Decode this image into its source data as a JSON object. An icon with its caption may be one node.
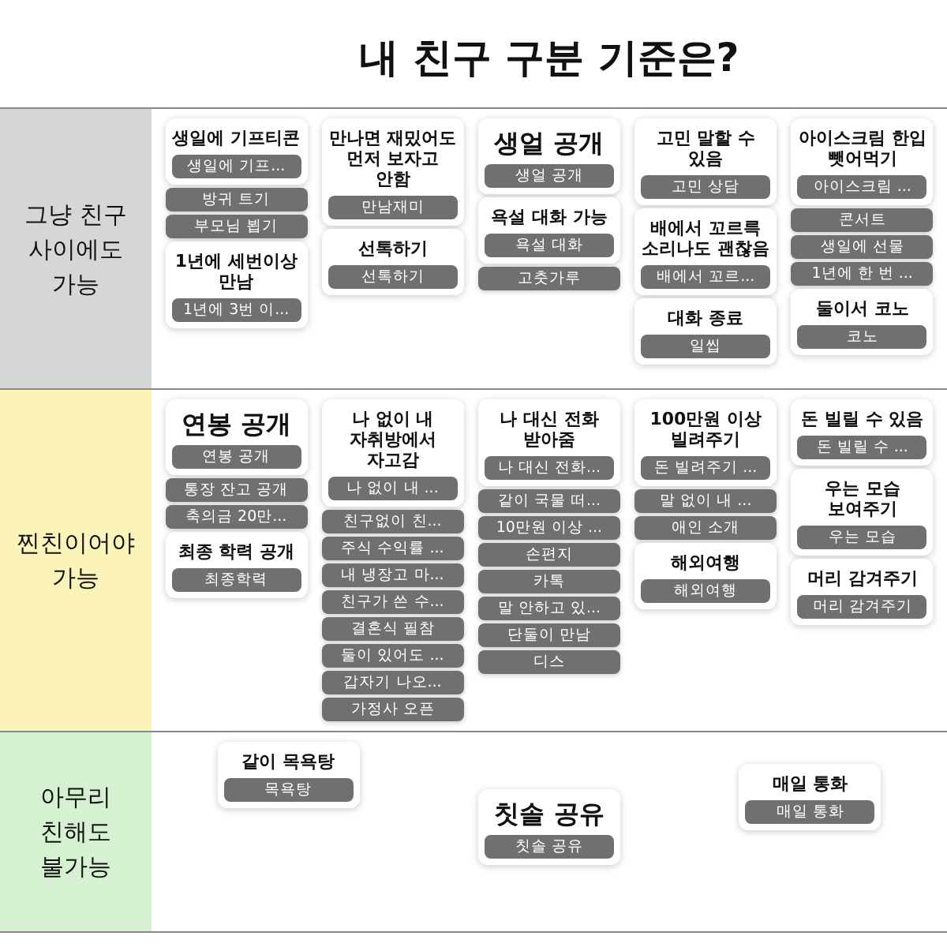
{
  "diagram": {
    "title": "내 친구 구분 기준은?",
    "nodes": [
      {
        "text": [
          "그냥 친구 사이에도 가능"
        ]
      },
      {
        "text": [
          "생일에 기프티콘",
          "생일에 기프..."
        ],
        "in": 0
      },
      {
        "text": [
          "방귀 트기"
        ],
        "in": 0
      },
      {
        "text": [
          "부모님 뵙기"
        ],
        "in": 0
      },
      {
        "text": [
          "1년에 세번이상 만남",
          "1년에 3번 이..."
        ],
        "in": 0
      },
      {
        "text": [
          "만나면 재밌어도 먼저 보자고 안함",
          "만남재미"
        ],
        "in": 0
      },
      {
        "text": [
          "선톡하기",
          "선톡하기"
        ],
        "in": 0
      },
      {
        "text": [
          "생얼 공개",
          "생얼 공개"
        ],
        "in": 0
      },
      {
        "text": [
          "욕설 대화 가능",
          "욕설 대화"
        ],
        "in": 0
      },
      {
        "text": [
          "고춧가루"
        ],
        "in": 0
      },
      {
        "text": [
          "고민 말할 수 있음",
          "고민 상담"
        ],
        "in": 0
      },
      {
        "text": [
          "배에서 꼬르륵 소리나도 괜찮음",
          "배에서 꼬르..."
        ],
        "in": 0
      },
      {
        "text": [
          "대화 종료",
          "일씹"
        ],
        "in": 0
      },
      {
        "text": [
          "아이스크림 한입 뺏어먹기",
          "아이스크림 ..."
        ],
        "in": 0
      },
      {
        "text": [
          "콘서트"
        ],
        "in": 0
      },
      {
        "text": [
          "생일에 선물"
        ],
        "in": 0
      },
      {
        "text": [
          "1년에 한 번 ..."
        ],
        "in": 0
      },
      {
        "text": [
          "둘이서 코노",
          "코노"
        ],
        "in": 0
      },
      {
        "text": [
          "찐친이어야 가능"
        ]
      },
      {
        "text": [
          "연봉 공개",
          "연봉 공개"
        ],
        "in": 18
      },
      {
        "text": [
          "통장 잔고 공개"
        ],
        "in": 18
      },
      {
        "text": [
          "축의금 20만..."
        ],
        "in": 18
      },
      {
        "text": [
          "최종 학력 공개",
          "최종학력"
        ],
        "in": 18
      },
      {
        "text": [
          "나 없이 내 자취방에서 자고감",
          "나 없이 내 ..."
        ],
        "in": 18
      },
      {
        "text": [
          "친구없이 친..."
        ],
        "in": 18
      },
      {
        "text": [
          "주식 수익률 ..."
        ],
        "in": 18
      },
      {
        "text": [
          "내 냉장고 마..."
        ],
        "in": 18
      },
      {
        "text": [
          "친구가 쓴 수..."
        ],
        "in": 18
      },
      {
        "text": [
          "결혼식 필참"
        ],
        "in": 18
      },
      {
        "text": [
          "둘이 있어도 ..."
        ],
        "in": 18
      },
      {
        "text": [
          "갑자기 나오..."
        ],
        "in": 18
      },
      {
        "text": [
          "가정사 오픈"
        ],
        "in": 18
      },
      {
        "text": [
          "나 대신 전화 받아줌",
          "나 대신 전화..."
        ],
        "in": 18
      },
      {
        "text": [
          "같이 국물 떠..."
        ],
        "in": 18
      },
      {
        "text": [
          "10만원 이상 ..."
        ],
        "in": 18
      },
      {
        "text": [
          "손편지"
        ],
        "in": 18
      },
      {
        "text": [
          "카톡"
        ],
        "in": 18
      },
      {
        "text": [
          "말 안하고 있..."
        ],
        "in": 18
      },
      {
        "text": [
          "단둘이 만남"
        ],
        "in": 18
      },
      {
        "text": [
          "디스"
        ],
        "in": 18
      },
      {
        "text": [
          "100만원 이상 빌려주기",
          "돈 빌려주기 ..."
        ],
        "in": 18
      },
      {
        "text": [
          "말 없이 내 ..."
        ],
        "in": 18
      },
      {
        "text": [
          "애인 소개"
        ],
        "in": 18
      },
      {
        "text": [
          "해외여행",
          "해외여행"
        ],
        "in": 18
      },
      {
        "text": [
          "돈 빌릴 수 있음",
          "돈 빌릴 수 ..."
        ],
        "in": 18
      },
      {
        "text": [
          "우는 모습 보여주기",
          "우는 모습"
        ],
        "in": 18
      },
      {
        "text": [
          "머리 감겨주기",
          "머리 감겨주기"
        ],
        "in": 18
      },
      {
        "text": [
          "아무리 친해도 불가능"
        ]
      },
      {
        "text": [
          "같이 목욕탕",
          "목욕탕"
        ],
        "in": 47
      },
      {
        "text": [
          "칫솔 공유",
          "칫솔 공유"
        ],
        "in": 47
      },
      {
        "text": [
          "매일 통화",
          "매일 통화"
        ],
        "in": 47
      }
    ]
  }
}
